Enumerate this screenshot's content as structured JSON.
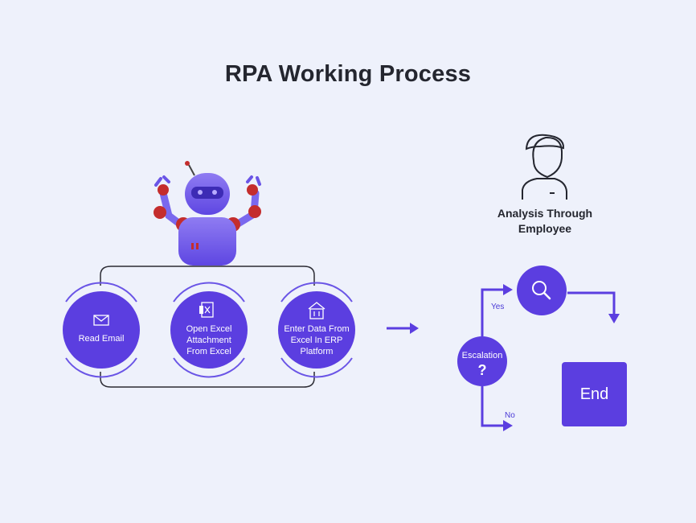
{
  "title": "RPA Working Process",
  "steps": [
    {
      "label_lines": [
        "Read Email"
      ],
      "icon": "email-icon"
    },
    {
      "label_lines": [
        "Open Excel",
        "Attachment",
        "From Excel"
      ],
      "icon": "excel-file-icon"
    },
    {
      "label_lines": [
        "Enter Data From",
        "Excel In ERP",
        "Platform"
      ],
      "icon": "building-icon"
    }
  ],
  "employee": {
    "label_line1": "Analysis Through",
    "label_line2": "Employee",
    "icon": "person-icon"
  },
  "decision": {
    "label": "Escalation",
    "symbol": "?",
    "icon": "magnifier-icon"
  },
  "branches": {
    "yes": "Yes",
    "no": "No"
  },
  "end_label": "End",
  "colors": {
    "background": "#eef1fb",
    "accent": "#5b3ee0",
    "text": "#24262f",
    "robot_joint": "#c42d2d"
  }
}
